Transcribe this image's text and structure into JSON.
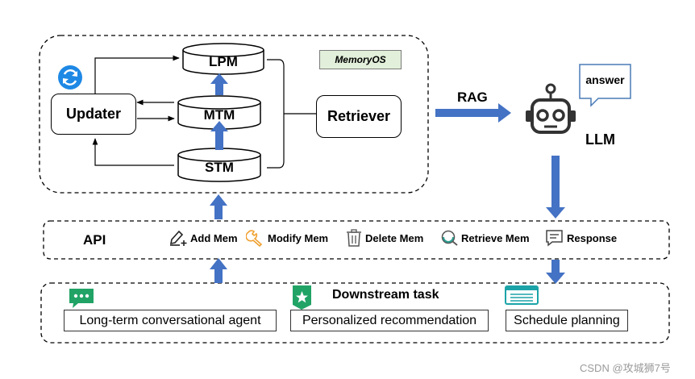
{
  "memoryos_label": "MemoryOS",
  "layers": {
    "lpm": "LPM",
    "mtm": "MTM",
    "stm": "STM"
  },
  "updater": "Updater",
  "retriever": "Retriever",
  "rag": "RAG",
  "llm": "LLM",
  "answer": "answer",
  "api": {
    "title": "API",
    "items": [
      {
        "label": "Add Mem",
        "icon": "add-mem-icon"
      },
      {
        "label": "Modify Mem",
        "icon": "wrench-icon"
      },
      {
        "label": "Delete Mem",
        "icon": "trash-icon"
      },
      {
        "label": "Retrieve Mem",
        "icon": "retrieve-icon"
      },
      {
        "label": "Response",
        "icon": "response-icon"
      }
    ]
  },
  "downstream": {
    "title": "Downstream task",
    "tasks": [
      "Long-term conversational agent",
      "Personalized recommendation",
      "Schedule planning"
    ]
  },
  "watermark": "CSDN @攻城狮7号",
  "colors": {
    "arrow_blue": "#4472c4",
    "refresh_blue": "#1e88e5",
    "memoryos_bg": "#e2efda",
    "icon_green": "#21a366",
    "icon_teal": "#1ba3a8"
  }
}
